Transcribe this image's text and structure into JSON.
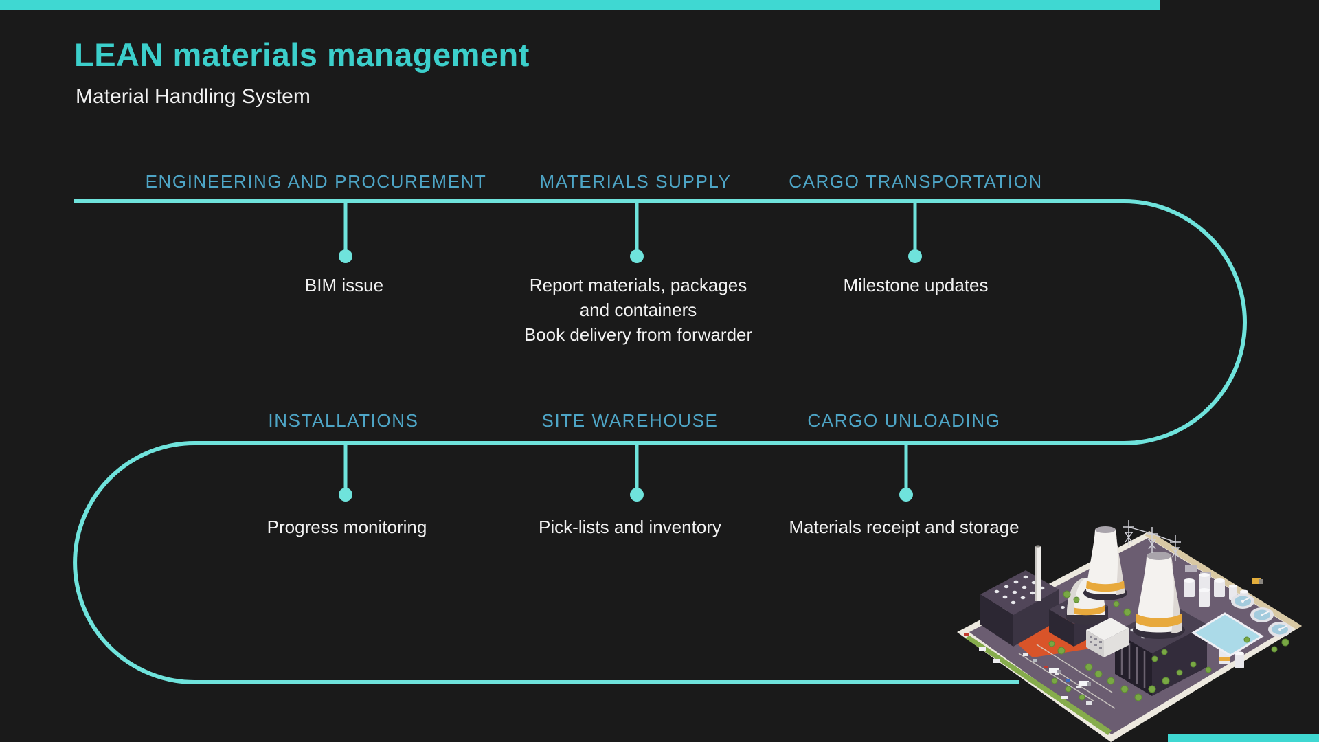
{
  "slide": {
    "title": "LEAN materials management",
    "subtitle": "Material Handling System"
  },
  "colors": {
    "background": "#1A1A1A",
    "accent_bar_teal": "#3FD8D2",
    "path_teal": "#6FE3DC",
    "stage_label_blue": "#4EA5C6",
    "body_text_white": "#F2F2F2",
    "title_teal": "#3CCFCB"
  },
  "process": {
    "top_row": [
      {
        "label": "ENGINEERING AND PROCUREMENT",
        "lines": [
          "BIM issue"
        ]
      },
      {
        "label": "MATERIALS SUPPLY",
        "lines": [
          "Report materials, packages",
          "and containers",
          "Book delivery from forwarder"
        ]
      },
      {
        "label": "CARGO TRANSPORTATION",
        "lines": [
          "Milestone updates"
        ]
      }
    ],
    "bottom_row": [
      {
        "label": "INSTALLATIONS",
        "lines": [
          "Progress monitoring"
        ]
      },
      {
        "label": "SITE WAREHOUSE",
        "lines": [
          "Pick-lists and inventory"
        ]
      },
      {
        "label": "CARGO UNLOADING",
        "lines": [
          "Materials receipt and storage"
        ]
      }
    ]
  },
  "illustration": {
    "name": "isometric-power-plant"
  }
}
